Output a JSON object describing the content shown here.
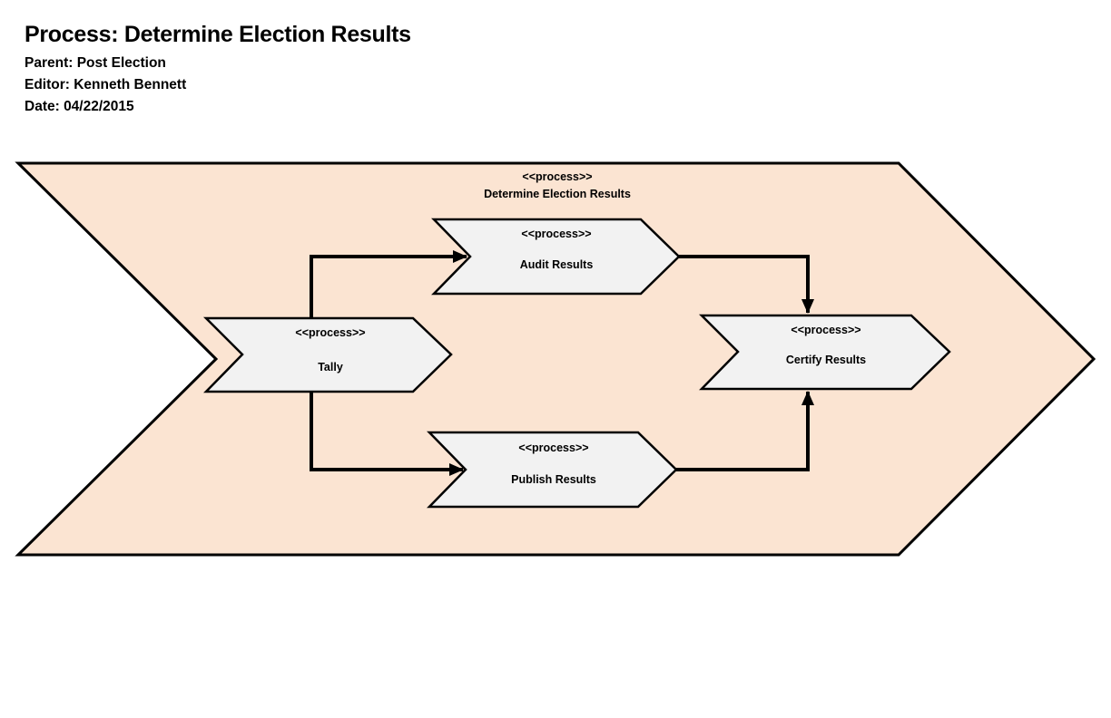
{
  "header": {
    "title": "Process: Determine Election Results",
    "parent": "Parent: Post Election",
    "editor": "Editor: Kenneth Bennett",
    "date": "Date: 04/22/2015"
  },
  "diagram": {
    "container": {
      "stereotype": "<<process>>",
      "name": "Determine Election Results"
    },
    "nodes": [
      {
        "id": "tally",
        "stereotype": "<<process>>",
        "name": "Tally"
      },
      {
        "id": "audit",
        "stereotype": "<<process>>",
        "name": "Audit Results"
      },
      {
        "id": "publish",
        "stereotype": "<<process>>",
        "name": "Publish Results"
      },
      {
        "id": "certify",
        "stereotype": "<<process>>",
        "name": "Certify Results"
      }
    ],
    "edges": [
      {
        "from": "Tally",
        "to": "Audit Results"
      },
      {
        "from": "Tally",
        "to": "Publish Results"
      },
      {
        "from": "Audit Results",
        "to": "Certify Results"
      },
      {
        "from": "Publish Results",
        "to": "Certify Results"
      }
    ],
    "colors": {
      "container_fill": "#FBE4D2",
      "node_fill": "#F2F2F2",
      "stroke": "#000000"
    }
  }
}
